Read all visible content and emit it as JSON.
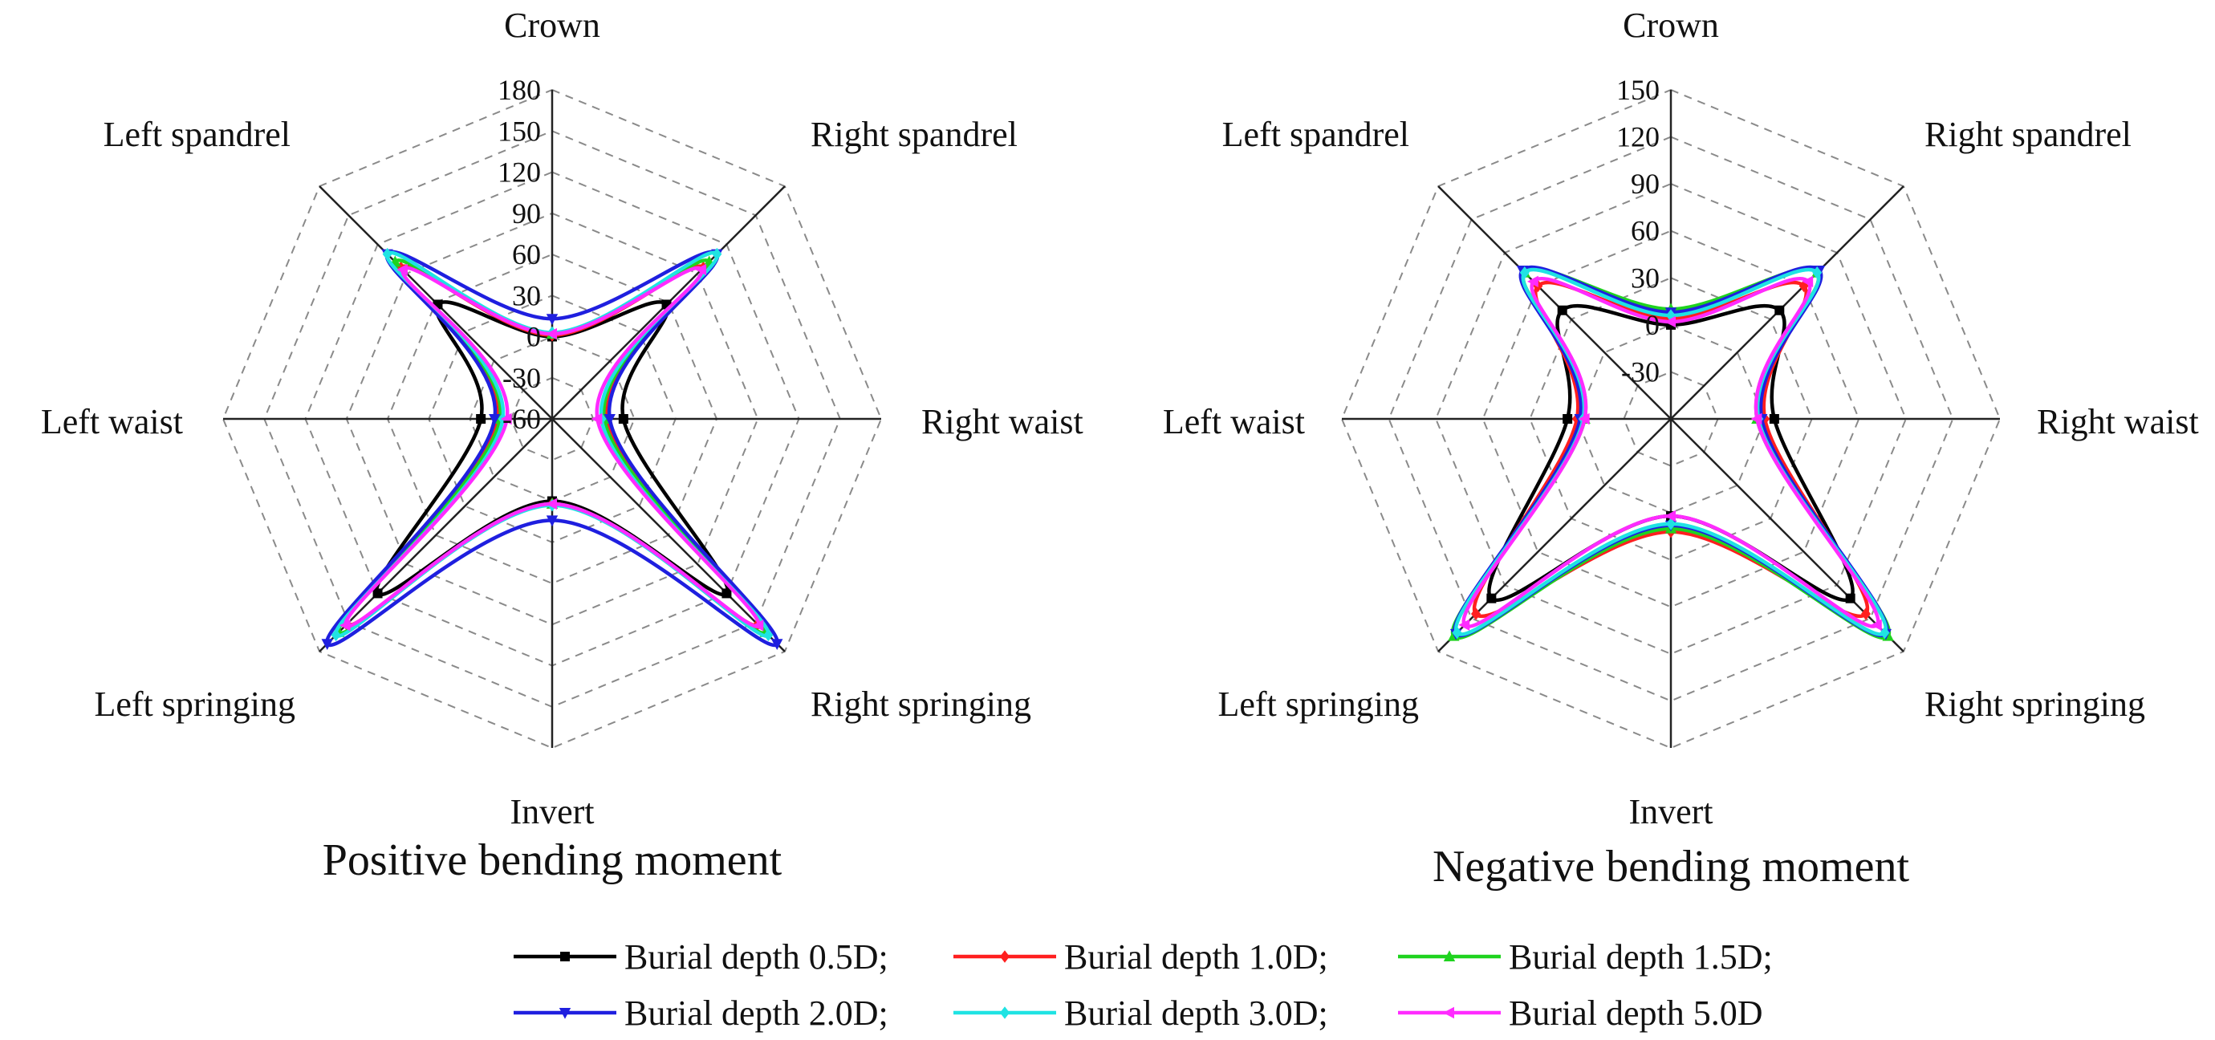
{
  "colors": {
    "0.5D": "#000000",
    "1.0D": "#ff1f1f",
    "1.5D": "#1fd31f",
    "2.0D": "#1f1fdf",
    "3.0D": "#1fe3e3",
    "5.0D": "#ff2bff"
  },
  "chart_data": [
    {
      "type": "radar",
      "title": "Positive bending moment",
      "axes": [
        "Crown",
        "Right spandrel",
        "Right waist",
        "Right springing",
        "Invert",
        "Left springing",
        "Left waist",
        "Left spandrel"
      ],
      "rlim": [
        -60,
        180
      ],
      "ticks": [
        "180",
        "150",
        "120",
        "90",
        "60",
        "30",
        "0",
        "-30",
        "-60"
      ],
      "tick_values": [
        180,
        150,
        120,
        90,
        60,
        30,
        0,
        -30,
        -60
      ],
      "grid": true,
      "series": [
        {
          "name": "Burial depth 0.5D;",
          "key": "0.5D",
          "marker": "square",
          "values": [
            0,
            58,
            -8,
            120,
            0,
            120,
            -8,
            58
          ]
        },
        {
          "name": "Burial depth 1.0D;",
          "key": "1.0D",
          "marker": "diamond",
          "values": [
            1,
            96,
            -20,
            152,
            2,
            152,
            -20,
            96
          ]
        },
        {
          "name": "Burial depth 1.5D;",
          "key": "1.5D",
          "marker": "triangle-up",
          "values": [
            2,
            102,
            -22,
            160,
            2,
            160,
            -22,
            102
          ]
        },
        {
          "name": "Burial depth 2.0D",
          "key": "2.0D",
          "marker": "triangle-down",
          "values": [
            13,
            110,
            -18,
            172,
            14,
            172,
            -18,
            110
          ]
        },
        {
          "name": "Burial depth 3.0D;",
          "key": "3.0D",
          "marker": "diamond",
          "values": [
            3,
            110,
            -24,
            163,
            3,
            163,
            -24,
            110
          ]
        },
        {
          "name": "Burial depth 5.0D",
          "key": "5.0D",
          "marker": "triangle-left",
          "values": [
            2,
            94,
            -27,
            153,
            2,
            153,
            -27,
            94
          ]
        }
      ]
    },
    {
      "type": "radar",
      "title": "Negative bending moment",
      "axes": [
        "Crown",
        "Right spandrel",
        "Right waist",
        "Right springing",
        "Invert",
        "Left springing",
        "Left waist",
        "Left spandrel"
      ],
      "rlim": [
        -60,
        150
      ],
      "ticks": [
        "150",
        "120",
        "90",
        "60",
        "30",
        "0",
        "-30"
      ],
      "tick_values": [
        150,
        120,
        90,
        60,
        30,
        0,
        -30
      ],
      "grid": true,
      "series": [
        {
          "name": "Burial depth 0.5D;",
          "key": "0.5D",
          "marker": "square",
          "values": [
            0,
            38,
            6,
            102,
            2,
            102,
            6,
            38
          ]
        },
        {
          "name": "Burial depth 1.0D;",
          "key": "1.0D",
          "marker": "diamond",
          "values": [
            4,
            60,
            0,
            116,
            12,
            116,
            0,
            60
          ]
        },
        {
          "name": "Burial depth 1.5D;",
          "key": "1.5D",
          "marker": "triangle-up",
          "values": [
            10,
            72,
            -5,
            136,
            10,
            136,
            -5,
            72
          ]
        },
        {
          "name": "Burial depth 2.0D",
          "key": "2.0D",
          "marker": "triangle-down",
          "values": [
            8,
            74,
            -2,
            134,
            8,
            134,
            -2,
            74
          ]
        },
        {
          "name": "Burial depth 3.0D;",
          "key": "3.0D",
          "marker": "diamond",
          "values": [
            6,
            72,
            -4,
            133,
            7,
            133,
            -4,
            72
          ]
        },
        {
          "name": "Burial depth 5.0D",
          "key": "5.0D",
          "marker": "triangle-left",
          "values": [
            2,
            64,
            -5,
            126,
            2,
            126,
            -5,
            64
          ]
        }
      ]
    }
  ],
  "legend": [
    {
      "key": "0.5D",
      "label": "Burial depth 0.5D;",
      "marker": "square"
    },
    {
      "key": "1.0D",
      "label": "Burial depth 1.0D;",
      "marker": "diamond"
    },
    {
      "key": "1.5D",
      "label": "Burial depth 1.5D;",
      "marker": "triangle-up"
    },
    {
      "key": "2.0D",
      "label": "Burial depth 2.0D;",
      "marker": "triangle-down"
    },
    {
      "key": "3.0D",
      "label": "Burial depth 3.0D;",
      "marker": "diamond"
    },
    {
      "key": "5.0D",
      "label": "Burial depth 5.0D",
      "marker": "triangle-left"
    }
  ]
}
